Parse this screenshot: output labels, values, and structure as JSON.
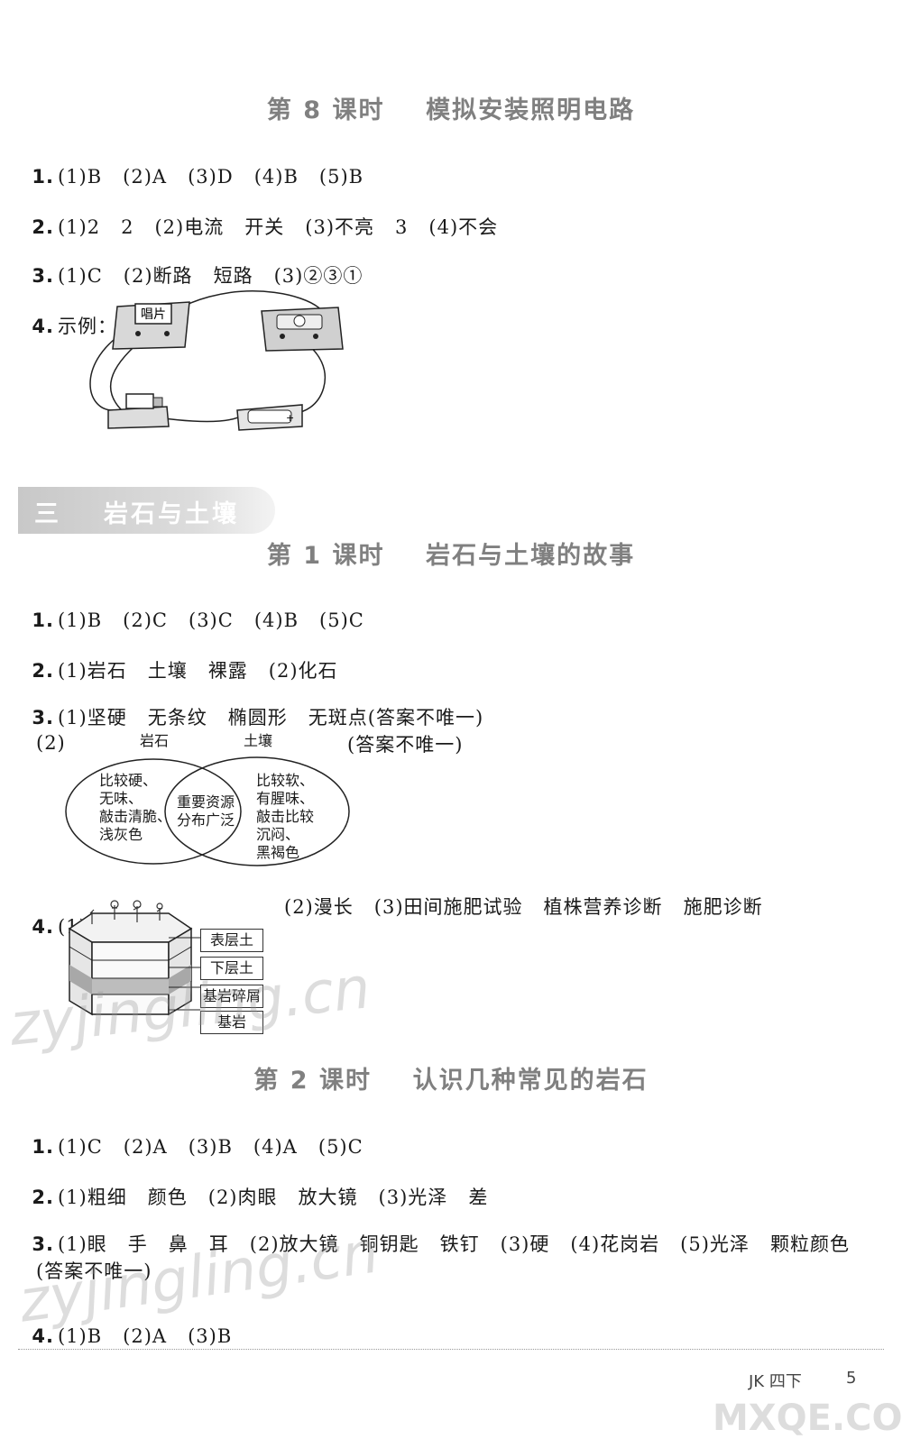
{
  "lesson8": {
    "title": "第 8 课时    模拟安装照明电路",
    "q1": {
      "num": "1.",
      "text": "(1)B   (2)A   (3)D   (4)B   (5)B"
    },
    "q2": {
      "num": "2.",
      "text": "(1)2   2   (2)电流   开关   (3)不亮   3   (4)不会"
    },
    "q3": {
      "num": "3.",
      "text": "(1)C   (2)断路   短路   (3)②③①"
    },
    "q4": {
      "num": "4.",
      "text": "示例："
    },
    "circuit": {
      "record_label": "唱片"
    }
  },
  "unit": {
    "number": "三",
    "title": "岩石与土壤"
  },
  "lesson1": {
    "title": "第 1 课时    岩石与土壤的故事",
    "q1": {
      "num": "1.",
      "text": "(1)B   (2)C   (3)C   (4)B   (5)C"
    },
    "q2": {
      "num": "2.",
      "text": "(1)岩石   土壤   裸露   (2)化石"
    },
    "q3": {
      "num": "3.",
      "text": "(1)坚硬   无条纹   椭圆形   无斑点(答案不唯一)"
    },
    "q3_2": {
      "label": "(2)",
      "note": "(答案不唯一)"
    },
    "venn": {
      "left_title": "岩石",
      "right_title": "土壤",
      "left_text": "比较硬、\n无味、\n敲击清脆、\n浅灰色",
      "middle_text": "重要资源\n分布广泛",
      "right_text": "比较软、\n有腥味、\n敲击比较\n沉闷、\n黑褐色"
    },
    "q4": {
      "num": "4.",
      "label": "(1)",
      "text": "(2)漫长   (3)田间施肥试验   植株营养诊断   施肥诊断",
      "layers": [
        "表层土",
        "下层土",
        "基岩碎屑",
        "基岩"
      ]
    }
  },
  "lesson2": {
    "title": "第 2 课时    认识几种常见的岩石",
    "q1": {
      "num": "1.",
      "text": "(1)C   (2)A   (3)B   (4)A   (5)C"
    },
    "q2": {
      "num": "2.",
      "text": "(1)粗细   颜色   (2)肉眼   放大镜   (3)光泽   差"
    },
    "q3": {
      "num": "3.",
      "text": "(1)眼   手   鼻   耳   (2)放大镜   铜钥匙   铁钉   (3)硬   (4)花岗岩   (5)光泽   颗粒颜色"
    },
    "q3_cont": "(答案不唯一)",
    "q4": {
      "num": "4.",
      "text": "(1)B   (2)A   (3)B"
    }
  },
  "footer": {
    "edition": "JK 四下",
    "page": "5"
  },
  "watermarks": [
    "zyjingling.cn",
    "zyjingling.cn",
    "MXQE.COM"
  ]
}
